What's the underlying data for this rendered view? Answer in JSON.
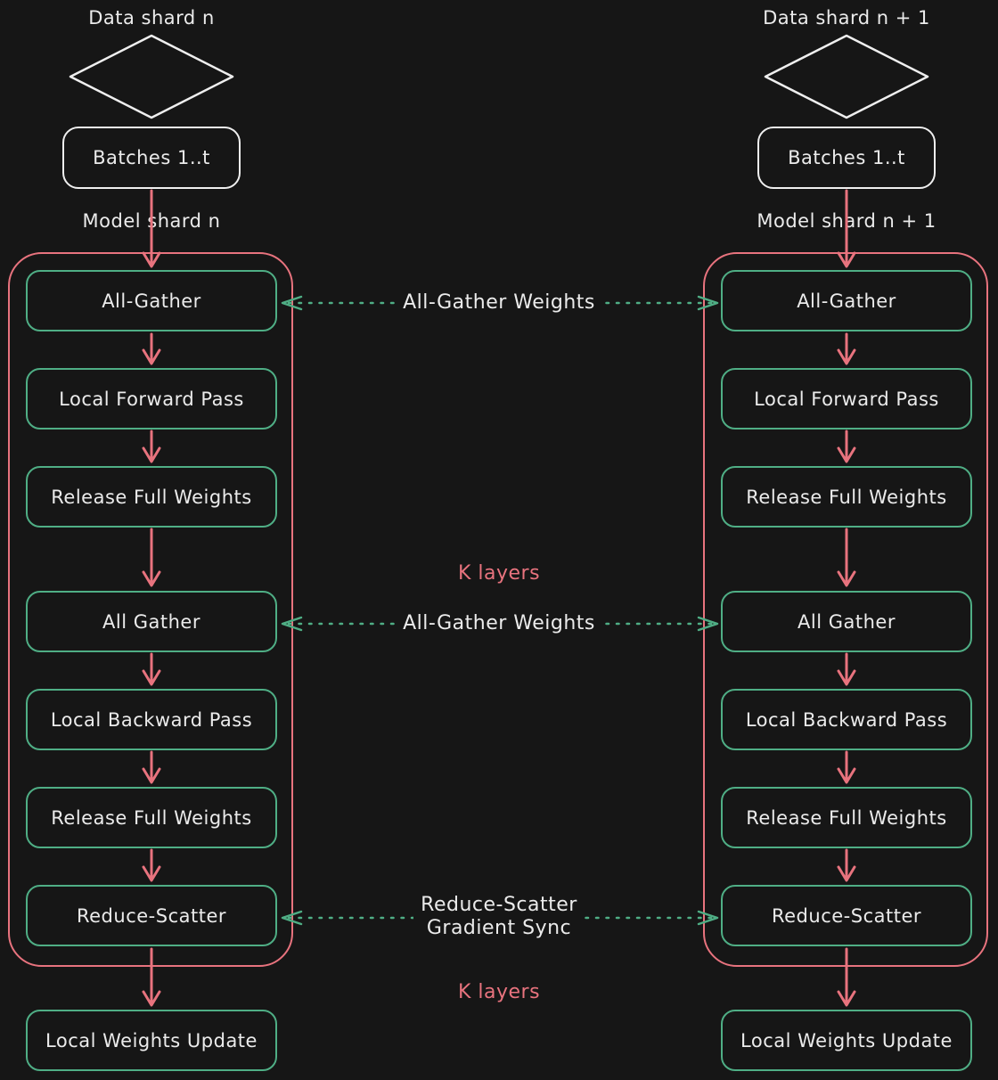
{
  "colors": {
    "background": "#161616",
    "accent_green": "#4fae85",
    "accent_red": "#e8737e",
    "text_white": "#ebebeb"
  },
  "columns": [
    {
      "data_shard": "Data shard n",
      "batches": "Batches 1..t",
      "model_shard": "Model shard n",
      "steps": [
        "All-Gather",
        "Local Forward Pass",
        "Release Full Weights",
        "All Gather",
        "Local Backward Pass",
        "Release Full Weights",
        "Reduce-Scatter"
      ],
      "final_step": "Local Weights Update"
    },
    {
      "data_shard": "Data shard n + 1",
      "batches": "Batches 1..t",
      "model_shard": "Model shard n + 1",
      "steps": [
        "All-Gather",
        "Local Forward Pass",
        "Release Full Weights",
        "All Gather",
        "Local Backward Pass",
        "Release Full Weights",
        "Reduce-Scatter"
      ],
      "final_step": "Local Weights Update"
    }
  ],
  "connectors": [
    {
      "lines": [
        "All-Gather Weights"
      ]
    },
    {
      "lines": [
        "All-Gather Weights"
      ]
    },
    {
      "lines": [
        "Reduce-Scatter",
        "Gradient Sync"
      ]
    }
  ],
  "loop_labels": [
    "K layers",
    "K layers"
  ]
}
